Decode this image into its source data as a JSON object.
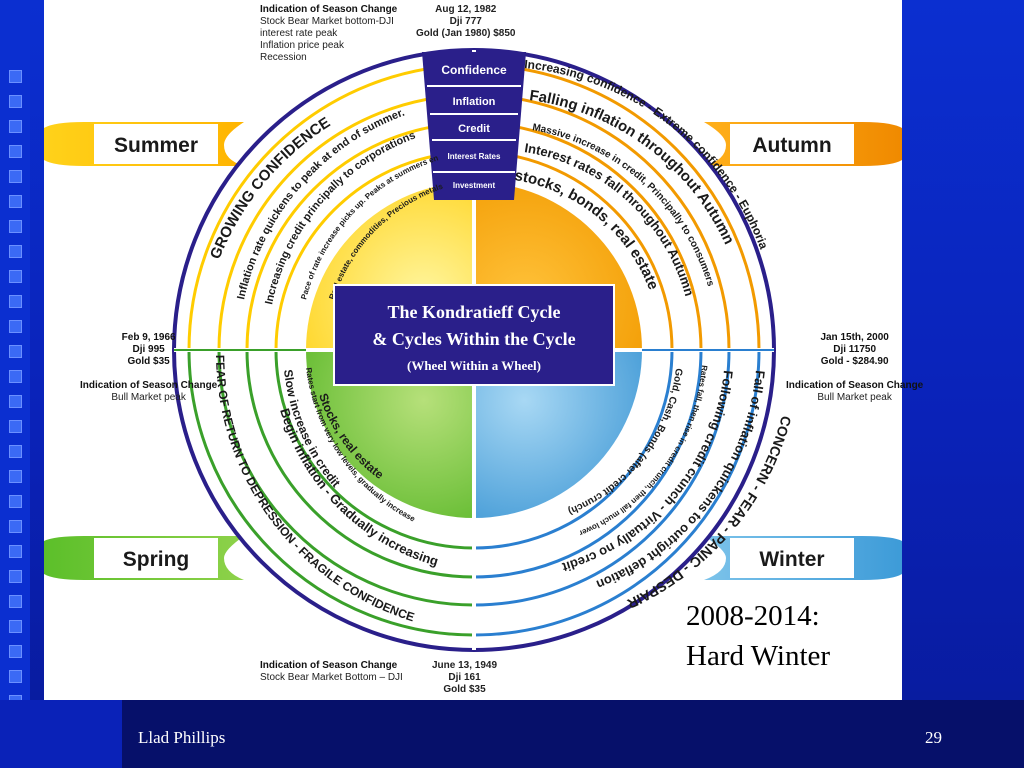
{
  "diagram": {
    "title_line1": "The Kondratieff Cycle",
    "title_line2": "& Cycles Within the Cycle",
    "title_line3": "(Wheel Within a Wheel)",
    "stack": [
      "Confidence",
      "Inflation",
      "Credit",
      "Interest Rates",
      "Investment"
    ],
    "seasons": {
      "summer": "Summer",
      "autumn": "Autumn",
      "spring": "Spring",
      "winter": "Winter"
    },
    "rings": {
      "ne": [
        "Increasing confidence - Extreme confidence - Euphoria",
        "Falling inflation throughout Autumn",
        "Massive increase in credit, Principally to consumers",
        "Interest rates fall throughout Autumn",
        "stocks, bonds, real estate"
      ],
      "nw": [
        "GROWING CONFIDENCE",
        "Inflation rate quickens to peak at end of summer.",
        "Increasing credit principally to corporations",
        "Pace of rate increase picks up. Peaks at summers end",
        "Real estate, commodities, Precious metals"
      ],
      "se": [
        "CONCERN - FEAR - PANIC - DESPAIR",
        "Fall of inflation quickens to outright deflation",
        "Following credit crunch - Virtually no credit",
        "Rates fall, then rise in credit crunch, then fall much lower",
        "Gold, Cash, Bonds (after credit crunch)"
      ],
      "sw": [
        "FEAR OF RETURN TO DEPRESSION - FRAGILE CONFIDENCE",
        "Begin inflation - Gradually increasing",
        "Slow increase in credit",
        "Rates start from very low levels, gradually increase",
        "Stocks, real estate"
      ]
    },
    "annotations": {
      "top_left": {
        "heading": "Indication of Season Change",
        "lines": [
          "Stock Bear Market bottom-DJI",
          "interest rate peak",
          "Inflation price peak",
          "Recession"
        ]
      },
      "top_right": {
        "date": "Aug 12, 1982",
        "lines": [
          "Dji 777",
          "Gold (Jan 1980) $850"
        ]
      },
      "left": {
        "date": "Feb 9, 1966",
        "lines": [
          "Dji 995",
          "Gold $35"
        ],
        "heading": "Indication of Season Change",
        "note": "Bull Market peak"
      },
      "right": {
        "date": "Jan 15th, 2000",
        "lines": [
          "Dji 11750",
          "Gold - $284.90"
        ],
        "heading": "Indication of Season Change",
        "note": "Bull Market peak"
      },
      "bottom_left": {
        "heading": "Indication of Season Change",
        "lines": [
          "Stock Bear Market Bottom – DJI"
        ]
      },
      "bottom_right": {
        "date": "June 13, 1949",
        "lines": [
          "Dji 161",
          "Gold $35"
        ]
      }
    }
  },
  "caption": {
    "line1": "2008-2014:",
    "line2": "Hard Winter"
  },
  "footer": {
    "author": "Llad Phillips",
    "page": "29"
  }
}
